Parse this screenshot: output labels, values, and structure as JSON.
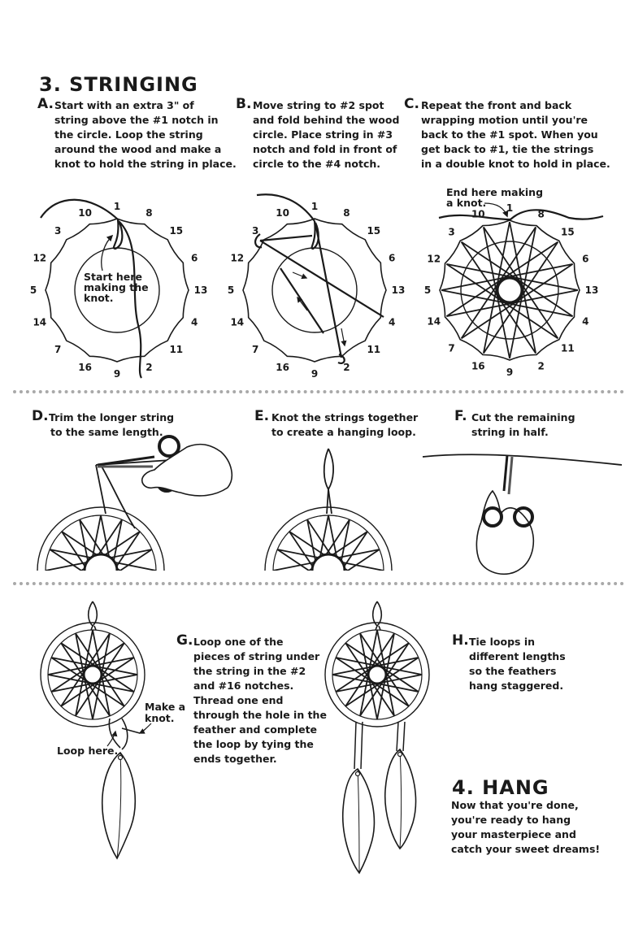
{
  "section3": {
    "title": "3. STRINGING"
  },
  "steps": {
    "a": {
      "letter": "A.",
      "lines": [
        "Start with an extra 3\" of",
        "string above the #1 notch in",
        "the circle. Loop the string",
        "around the wood and make a",
        "knot to hold the string in place."
      ]
    },
    "b": {
      "letter": "B.",
      "lines": [
        "Move string to #2 spot",
        "and fold behind the wood",
        "circle. Place string in #3",
        "notch and fold in front of",
        "circle to the #4 notch."
      ]
    },
    "c": {
      "letter": "C.",
      "lines": [
        "Repeat the front and back",
        "wrapping motion until you're",
        "back to the #1 spot. When you",
        "get back to #1, tie the strings",
        "in a double knot to hold in place."
      ]
    },
    "d": {
      "letter": "D.",
      "lines": [
        "Trim the longer string",
        "to the same length."
      ]
    },
    "e": {
      "letter": "E.",
      "lines": [
        "Knot the strings together",
        "to create a hanging loop."
      ]
    },
    "f": {
      "letter": "F.",
      "lines": [
        "Cut the remaining",
        "string in half."
      ]
    },
    "g": {
      "letter": "G.",
      "lines": [
        "Loop one of the",
        "pieces of string under",
        "the string in the #2",
        "and #16 notches.",
        "Thread one end",
        "through the hole in the",
        "feather and complete",
        "the loop by tying the",
        "ends together."
      ]
    },
    "h": {
      "letter": "H.",
      "lines": [
        "Tie loops in",
        "different lengths",
        "so the feathers",
        "hang staggered."
      ]
    }
  },
  "section4": {
    "title": "4. HANG",
    "lines": [
      "Now that you're done,",
      "you're ready to hang",
      "your masterpiece and",
      "catch your sweet dreams!"
    ]
  },
  "notch_numbers": [
    "1",
    "8",
    "15",
    "6",
    "13",
    "4",
    "11",
    "2",
    "9",
    "16",
    "7",
    "14",
    "5",
    "12",
    "3",
    "10"
  ],
  "annotations": {
    "start_here": [
      "Start here",
      "making the",
      "knot."
    ],
    "end_here": [
      "End here making",
      "a knot."
    ],
    "make_knot": [
      "Make a",
      "knot."
    ],
    "loop_here": "Loop here."
  },
  "colors": {
    "ink": "#1a1a1a",
    "divider": "#a9a9a9",
    "background": "#ffffff"
  }
}
